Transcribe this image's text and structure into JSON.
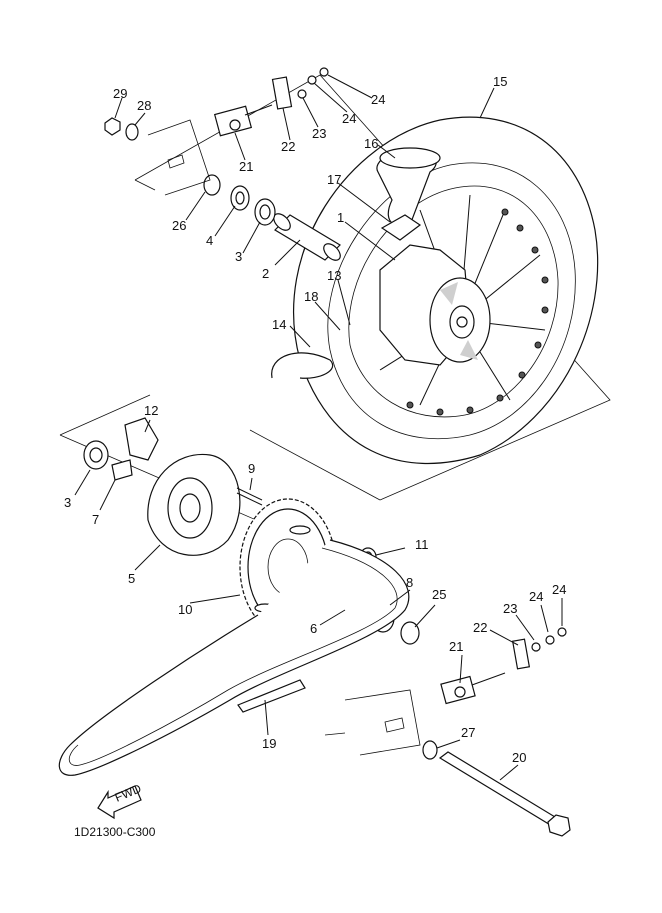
{
  "diagram_code": "1D21300-C300",
  "fwd_label": "FWD",
  "callouts": [
    {
      "id": "c1",
      "text": "1"
    },
    {
      "id": "c2",
      "text": "2"
    },
    {
      "id": "c3a",
      "text": "3"
    },
    {
      "id": "c3b",
      "text": "3"
    },
    {
      "id": "c4",
      "text": "4"
    },
    {
      "id": "c5",
      "text": "5"
    },
    {
      "id": "c6",
      "text": "6"
    },
    {
      "id": "c7",
      "text": "7"
    },
    {
      "id": "c8",
      "text": "8"
    },
    {
      "id": "c9",
      "text": "9"
    },
    {
      "id": "c10",
      "text": "10"
    },
    {
      "id": "c11",
      "text": "11"
    },
    {
      "id": "c12",
      "text": "12"
    },
    {
      "id": "c13",
      "text": "13"
    },
    {
      "id": "c14",
      "text": "14"
    },
    {
      "id": "c15",
      "text": "15"
    },
    {
      "id": "c16",
      "text": "16"
    },
    {
      "id": "c17",
      "text": "17"
    },
    {
      "id": "c18",
      "text": "18"
    },
    {
      "id": "c19",
      "text": "19"
    },
    {
      "id": "c20",
      "text": "20"
    },
    {
      "id": "c21a",
      "text": "21"
    },
    {
      "id": "c21b",
      "text": "21"
    },
    {
      "id": "c22a",
      "text": "22"
    },
    {
      "id": "c22b",
      "text": "22"
    },
    {
      "id": "c23a",
      "text": "23"
    },
    {
      "id": "c23b",
      "text": "23"
    },
    {
      "id": "c24a",
      "text": "24"
    },
    {
      "id": "c24b",
      "text": "24"
    },
    {
      "id": "c24c",
      "text": "24"
    },
    {
      "id": "c24d",
      "text": "24"
    },
    {
      "id": "c25",
      "text": "25"
    },
    {
      "id": "c26",
      "text": "26"
    },
    {
      "id": "c27",
      "text": "27"
    },
    {
      "id": "c28",
      "text": "28"
    },
    {
      "id": "c29",
      "text": "29"
    }
  ]
}
